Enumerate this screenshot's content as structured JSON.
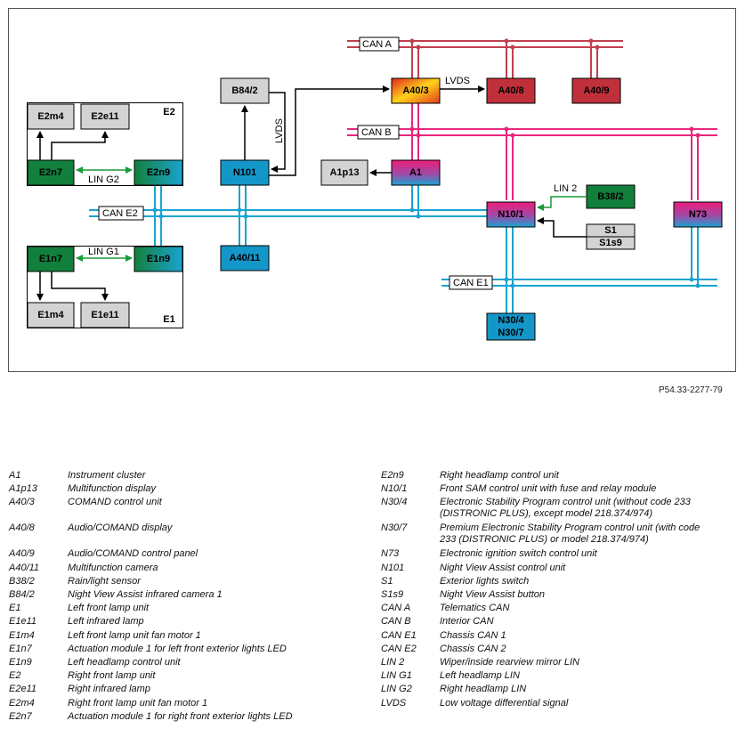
{
  "colors": {
    "can_a": "#c0404e",
    "can_b": "#e8267c",
    "can_e": "#1aa3d0",
    "lin": "#1a9a3a",
    "grey_box": "#d3d3d3",
    "green_box": "#12803c",
    "blue_box": "#1596c8",
    "red_box": "#c0303a"
  },
  "diagram": {
    "reference": "P54.33-2277-79",
    "group_e2": "E2",
    "group_e1": "E1",
    "units": {
      "E2m4": "E2m4",
      "E2e11": "E2e11",
      "E2n7": "E2n7",
      "E2n9": "E2n9",
      "E1n7": "E1n7",
      "E1n9": "E1n9",
      "E1m4": "E1m4",
      "E1e11": "E1e11",
      "B84_2": "B84/2",
      "N101": "N101",
      "A40_11": "A40/11",
      "A1p13": "A1p13",
      "A1": "A1",
      "A40_3": "A40/3",
      "A40_8": "A40/8",
      "A40_9": "A40/9",
      "N10_1": "N10/1",
      "B38_2": "B38/2",
      "S1": "S1",
      "S1s9": "S1s9",
      "N73": "N73",
      "N30_4": "N30/4",
      "N30_7": "N30/7"
    },
    "labels": {
      "can_a": "CAN A",
      "can_b": "CAN B",
      "can_e1": "CAN E1",
      "can_e2": "CAN E2",
      "lin_g1": "LIN G1",
      "lin_g2": "LIN G2",
      "lin_2": "LIN 2",
      "lvds_top": "LVDS",
      "lvds_vertical": "LVDS"
    }
  },
  "legend_left": [
    {
      "code": "A1",
      "desc": "Instrument cluster"
    },
    {
      "code": "A1p13",
      "desc": "Multifunction display"
    },
    {
      "code": "A40/3",
      "desc": "COMAND control unit"
    },
    {
      "code": "A40/8",
      "desc": "Audio/COMAND display"
    },
    {
      "code": "A40/9",
      "desc": "Audio/COMAND control panel"
    },
    {
      "code": "A40/11",
      "desc": "Multifunction camera"
    },
    {
      "code": "B38/2",
      "desc": "Rain/light sensor"
    },
    {
      "code": "B84/2",
      "desc": "Night View Assist infrared camera 1"
    },
    {
      "code": "E1",
      "desc": "Left front lamp unit"
    },
    {
      "code": "E1e11",
      "desc": "Left infrared lamp"
    },
    {
      "code": "E1m4",
      "desc": "Left front lamp unit fan motor 1"
    },
    {
      "code": "E1n7",
      "desc": "Actuation module 1 for left front exterior lights LED"
    },
    {
      "code": "E1n9",
      "desc": "Left headlamp control unit"
    },
    {
      "code": "E2",
      "desc": "Right front lamp unit"
    },
    {
      "code": "E2e11",
      "desc": "Right infrared lamp"
    },
    {
      "code": "E2m4",
      "desc": "Right front lamp unit fan motor 1"
    },
    {
      "code": "E2n7",
      "desc": "Actuation module 1 for right front exterior lights LED"
    }
  ],
  "legend_right": [
    {
      "code": "E2n9",
      "desc": "Right headlamp control unit"
    },
    {
      "code": "N10/1",
      "desc": "Front SAM control unit with fuse and relay module"
    },
    {
      "code": "N30/4",
      "desc": "Electronic Stability Program control unit (without code 233 (DISTRONIC PLUS), except model 218.374/974)"
    },
    {
      "code": "N30/7",
      "desc": "Premium Electronic Stability Program control unit (with code 233 (DISTRONIC PLUS) or model 218.374/974)"
    },
    {
      "code": "N73",
      "desc": "Electronic ignition switch control unit"
    },
    {
      "code": "N101",
      "desc": "Night View Assist control unit"
    },
    {
      "code": "S1",
      "desc": "Exterior lights switch"
    },
    {
      "code": "S1s9",
      "desc": "Night View Assist button"
    },
    {
      "code": "CAN A",
      "desc": "Telematics CAN"
    },
    {
      "code": "CAN B",
      "desc": "Interior CAN"
    },
    {
      "code": "CAN E1",
      "desc": "Chassis CAN 1"
    },
    {
      "code": "CAN E2",
      "desc": "Chassis CAN 2"
    },
    {
      "code": "LIN 2",
      "desc": "Wiper/inside rearview mirror LIN"
    },
    {
      "code": "LIN G1",
      "desc": "Left headlamp LIN"
    },
    {
      "code": "LIN G2",
      "desc": "Right headlamp LIN"
    },
    {
      "code": "LVDS",
      "desc": "Low voltage differential signal"
    }
  ]
}
